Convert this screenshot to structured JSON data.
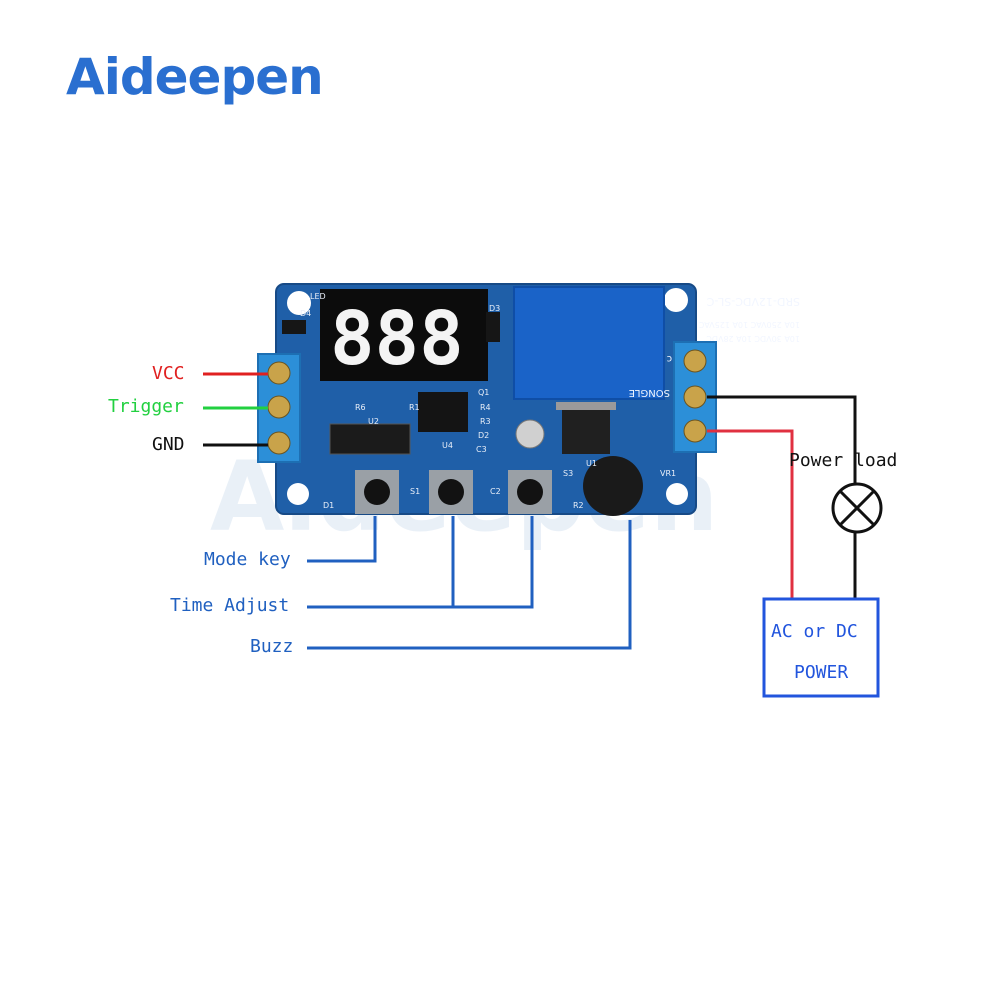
{
  "brand": {
    "name": "Aideepen",
    "accent_blue": "#2a6fd0",
    "accent_orange": "#f0a020"
  },
  "watermark": "Aideepen",
  "board": {
    "display_digits": "888",
    "relay_model": "SRD-12VDC-SL-C",
    "relay_ratings": [
      "10A 250VAC 10A 125VAC",
      "10A 30VDC 10A 28VDC"
    ],
    "relay_brand": "SONGLE",
    "relay_cert": "cqc",
    "silkscreen": [
      "LED",
      "D4",
      "D3",
      "Q1",
      "R6",
      "U2",
      "R1",
      "R4",
      "R3",
      "D2",
      "C3",
      "U4",
      "U1",
      "S1",
      "C2",
      "S3",
      "R2",
      "D1",
      "VR1"
    ]
  },
  "labels": {
    "vcc": "VCC",
    "trigger": "Trigger",
    "gnd": "GND",
    "mode_key": "Mode key",
    "time_adjust": "Time Adjust",
    "buzz": "Buzz",
    "power_load": "Power load",
    "power_source_line1": "AC or DC",
    "power_source_line2": "POWER"
  },
  "colors": {
    "vcc_wire": "#e02020",
    "trigger_wire": "#22d040",
    "gnd_wire": "#101010",
    "callout_blue": "#2060c0",
    "pcb_blue": "#1f5fa8",
    "terminal_blue": "#2c8fd8",
    "relay_blue": "#1a63c8",
    "load_red": "#e03040",
    "power_box_blue": "#2255dd"
  }
}
